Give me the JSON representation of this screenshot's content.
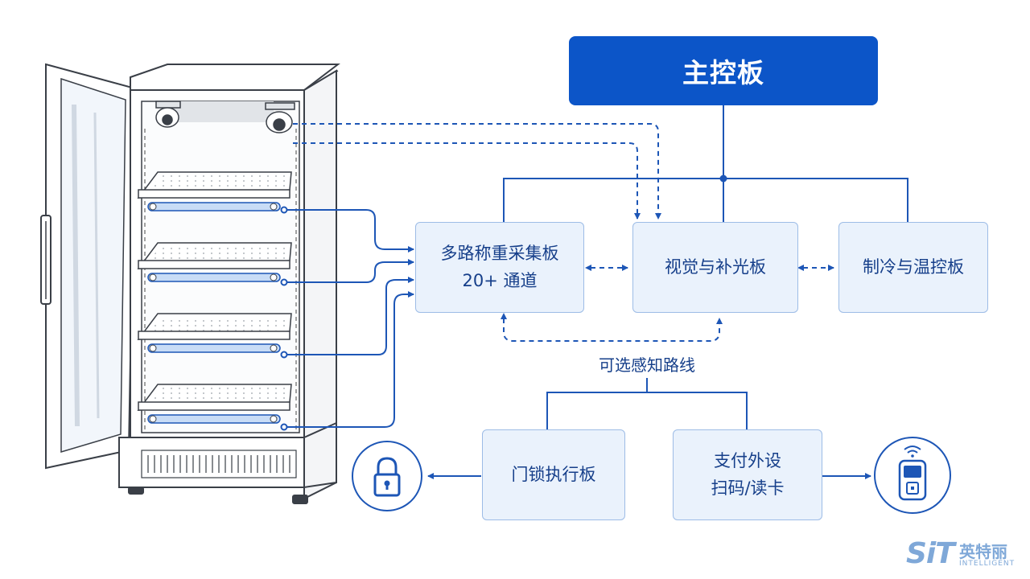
{
  "main_board": {
    "label": "主控板"
  },
  "boards": {
    "weighing": {
      "line1": "多路称重采集板",
      "line2": "20+ 通道"
    },
    "vision": {
      "label": "视觉与补光板"
    },
    "cooling": {
      "label": "制冷与温控板"
    },
    "door_lock": {
      "label": "门锁执行板"
    },
    "payment": {
      "line1": "支付外设",
      "line2": "扫码/读卡"
    }
  },
  "optional_route_label": "可选感知路线",
  "logo": {
    "mark": "SiT",
    "name_cn": "英特丽",
    "name_en": "INTELLIGENT"
  },
  "colors": {
    "primary": "#0c55c8",
    "box_fill": "#eaf2fc",
    "box_border": "#9dbce6",
    "line": "#1d56b6",
    "text": "#163f8a"
  },
  "icons": [
    "camera-icon",
    "padlock-icon",
    "card-reader-icon",
    "wifi-icon",
    "weight-sensor-icon"
  ]
}
